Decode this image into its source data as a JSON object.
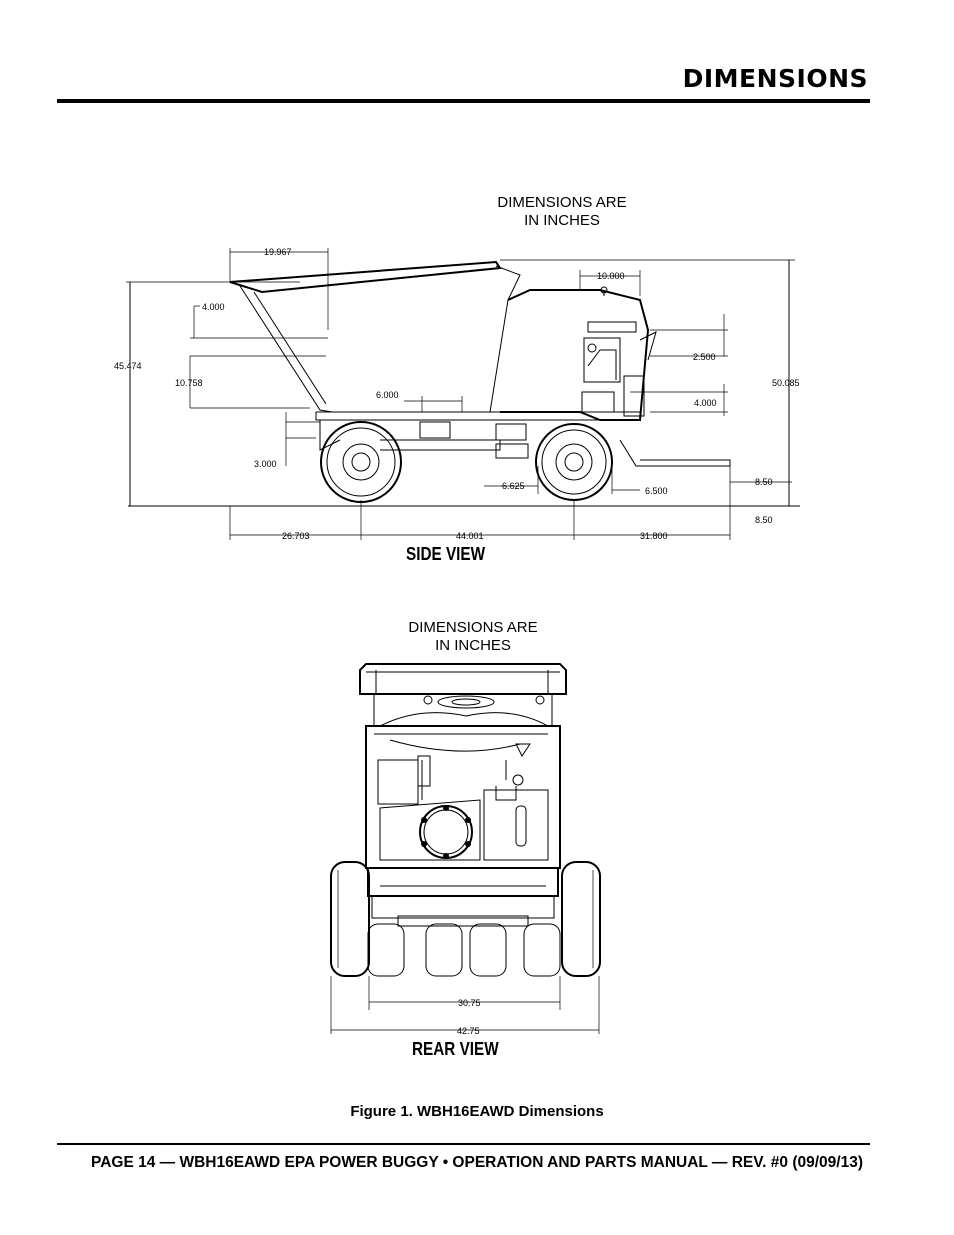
{
  "header": {
    "section_title": "DIMENSIONS"
  },
  "side_view": {
    "note_line1": "DIMENSIONS ARE",
    "note_line2": "IN INCHES",
    "label": "SIDE VIEW",
    "dims": {
      "d19967": "19.967",
      "d4000a": "4.000",
      "d45474": "45.474",
      "d10758": "10.758",
      "d6000": "6.000",
      "d3000": "3.000",
      "d10000": "10.000",
      "d2500": "2.500",
      "d4000b": "4.000",
      "d50085": "50.085",
      "d6625": "6.625",
      "d6500": "6.500",
      "d850a": "8.50",
      "d850b": "8.50",
      "d26703": "26.703",
      "d44001": "44.001",
      "d31800": "31.800"
    }
  },
  "rear_view": {
    "note_line1": "DIMENSIONS ARE",
    "note_line2": "IN INCHES",
    "label": "REAR VIEW",
    "dims": {
      "d3075": "30.75",
      "d4275": "42.75"
    }
  },
  "caption": "Figure 1. WBH16EAWD Dimensions",
  "footer": "PAGE 14 — WBH16EAWD EPA POWER BUGGY • OPERATION AND PARTS MANUAL — REV. #0 (09/09/13)"
}
